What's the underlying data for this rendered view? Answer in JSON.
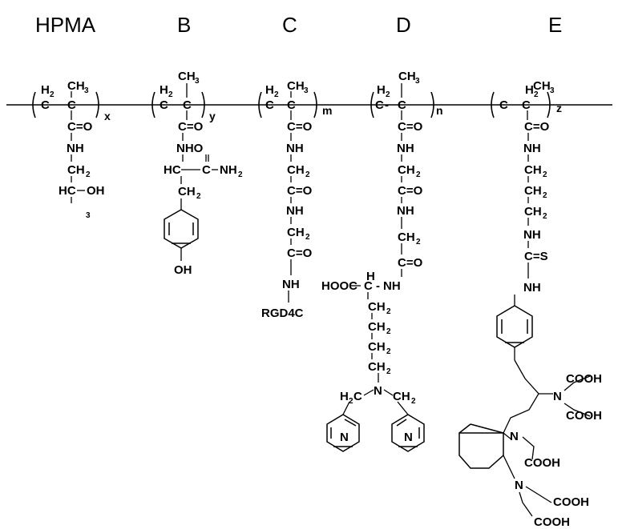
{
  "column_headers": [
    "HPMA",
    "B",
    "C",
    "D",
    "E"
  ],
  "repeat_subscripts": {
    "HPMA": "x",
    "B": "y",
    "C": "m",
    "D": "n",
    "E": "z"
  },
  "atoms": {
    "CH3": "CH",
    "H2": "H",
    "C": "C",
    "CO": "C=O",
    "NH": "NH",
    "CH2": "CH",
    "HC_OH": "HC",
    "OH_branch": "OH",
    "HC_B": "HC",
    "C_NH2": "C",
    "NH2": "NH",
    "NHO": "NHO",
    "OH": "OH",
    "RGD4C": "RGD4C",
    "HOOC": "HOOC",
    "H": "H",
    "N": "N",
    "H2C": "H",
    "CS": "C=S",
    "COOH": "COOH",
    "sub2": "2",
    "sub3": "3",
    "dash": "-",
    "C_minus": "C -",
    "dot": "·"
  }
}
